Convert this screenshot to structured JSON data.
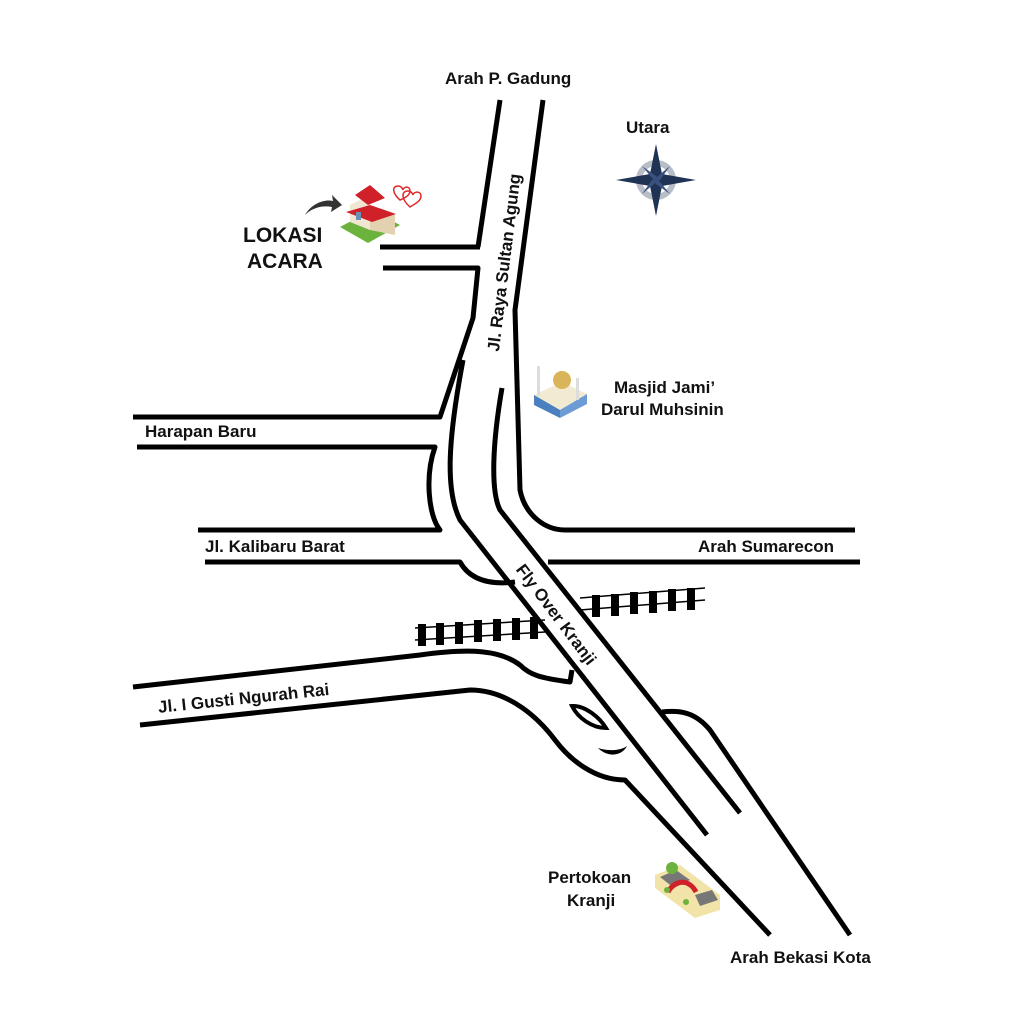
{
  "labels": {
    "north_direction": "Arah P. Gadung",
    "compass": "Utara",
    "venue_line1": "LOKASI",
    "venue_line2": "ACARA",
    "main_road": "Jl. Raya Sultan Agung",
    "mosque_line1": "Masjid Jami’",
    "mosque_line2": "Darul Muhsinin",
    "harapan_baru": "Harapan Baru",
    "kalibaru": "Jl. Kalibaru Barat",
    "sumarecon": "Arah Sumarecon",
    "flyover": "Fly Over Kranji",
    "gusti": "Jl. I Gusti Ngurah Rai",
    "shops_line1": "Pertokoan",
    "shops_line2": "Kranji",
    "south_direction": "Arah Bekasi Kota"
  },
  "icons": [
    "house-icon",
    "hearts-icon",
    "arrow-icon",
    "compass-icon",
    "mosque-icon",
    "shop-icon",
    "railway-icon"
  ],
  "colors": {
    "road": "#000000",
    "compass": "#1f3354",
    "roof": "#d0202a",
    "dome": "#d9b45a"
  }
}
